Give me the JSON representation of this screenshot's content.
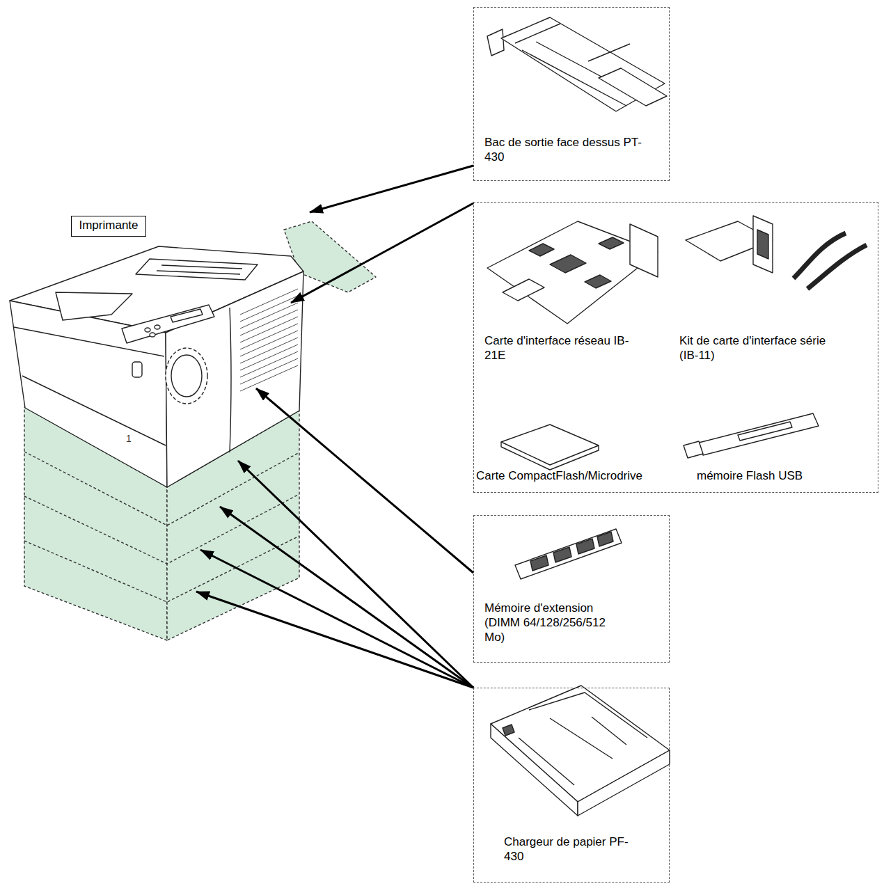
{
  "diagram": {
    "nodes": [
      {
        "text": [
          "Bac de sortie face dessus PT-430"
        ]
      },
      {
        "text": [
          "Imprimante"
        ]
      },
      {
        "text": [
          "Carte d'interface réseau IB-21E",
          "Kit de carte d'interface série (IB-11)",
          "Carte CompactFlash/Microdrive",
          "mémoire Flash USB"
        ]
      },
      {
        "text": [
          "Mémoire d'extension (DIMM 64/128/256/512 Mo)"
        ]
      },
      {
        "text": [
          "Chargeur de papier PF-430"
        ]
      }
    ],
    "edges": [
      {
        "from": 0,
        "to": 1,
        "arrow": "to"
      },
      {
        "from": 2,
        "to": 1,
        "arrow": "to"
      },
      {
        "from": 3,
        "to": 1,
        "arrow": "to"
      },
      {
        "from": 4,
        "to": 1,
        "arrow": "to"
      },
      {
        "from": 4,
        "to": 1,
        "arrow": "to"
      },
      {
        "from": 4,
        "to": 1,
        "arrow": "to"
      },
      {
        "from": 4,
        "to": 1,
        "arrow": "to"
      }
    ],
    "labels": [
      "1"
    ]
  }
}
